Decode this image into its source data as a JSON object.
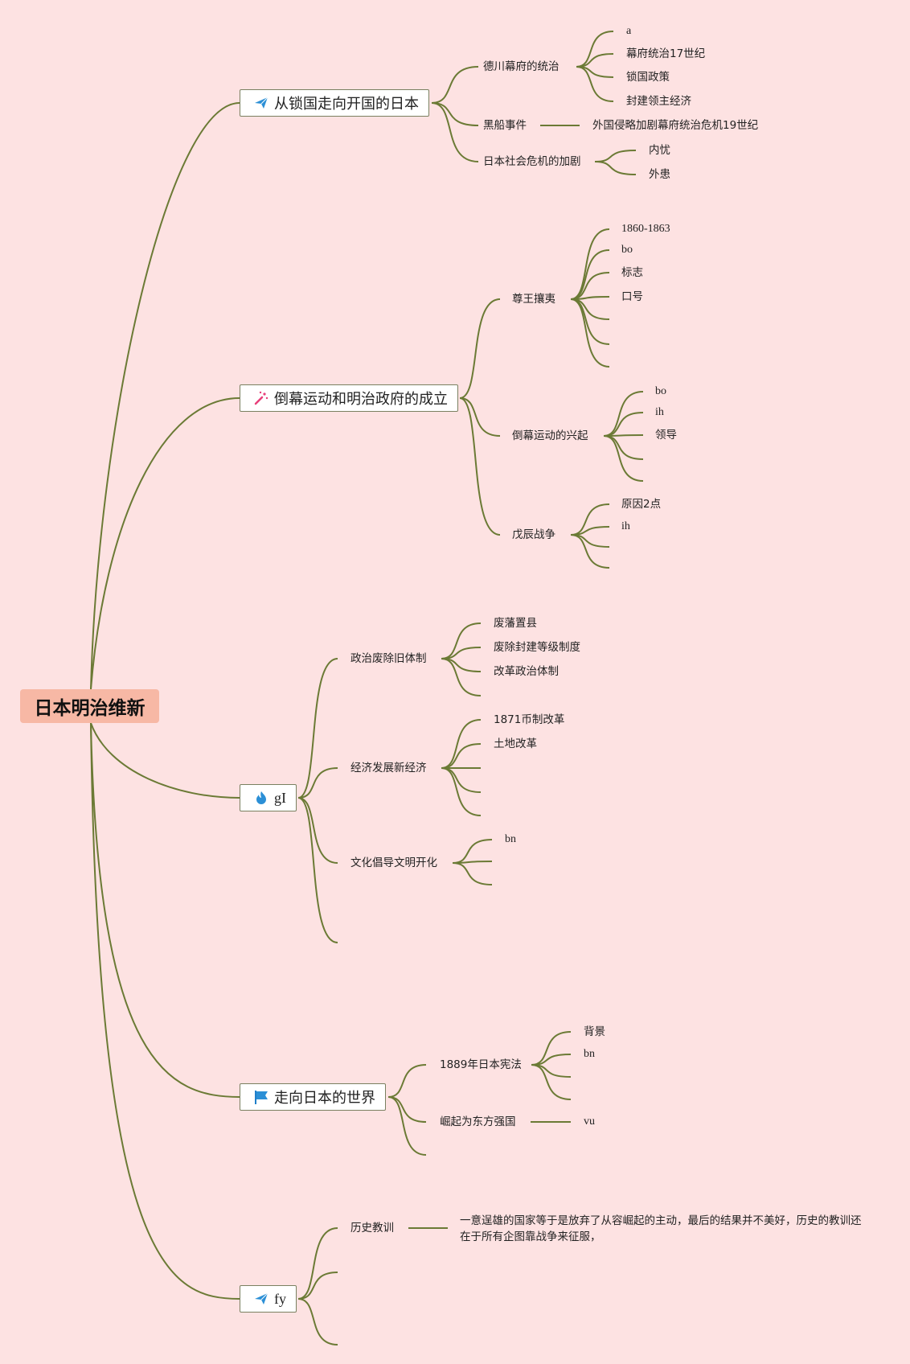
{
  "root": "日本明治维新",
  "colors": {
    "background": "#fde2e2",
    "line": "#6b7a35",
    "root_fill": "#f7b8a5"
  },
  "branches": [
    {
      "label": "从锁国走向开国的日本",
      "icon": "paper-plane-icon",
      "children": [
        {
          "label": "德川幕府的统治",
          "children": [
            "a",
            "幕府统治17世纪",
            "锁国政策",
            "封建领主经济"
          ]
        },
        {
          "label": "黑船事件",
          "children": [
            "外国侵略加剧幕府统治危机19世纪"
          ]
        },
        {
          "label": "日本社会危机的加剧",
          "children": [
            "内忧",
            "外患"
          ]
        }
      ]
    },
    {
      "label": "倒幕运动和明治政府的成立",
      "icon": "magic-wand-icon",
      "children": [
        {
          "label": "尊王攘夷",
          "children": [
            "1860-1863",
            "bo",
            "标志",
            "口号",
            "",
            "",
            "",
            ""
          ]
        },
        {
          "label": "倒幕运动的兴起",
          "children": [
            "bo",
            "ih",
            "领导",
            "",
            ""
          ]
        },
        {
          "label": "戊辰战争",
          "children": [
            "原因2点",
            "ih",
            "",
            ""
          ]
        }
      ]
    },
    {
      "label": "gI",
      "icon": "fire-icon",
      "children": [
        {
          "label": "政治废除旧体制",
          "children": [
            "废藩置县",
            "废除封建等级制度",
            "改革政治体制",
            ""
          ]
        },
        {
          "label": "经济发展新经济",
          "children": [
            "1871币制改革",
            "土地改革",
            "",
            "",
            ""
          ]
        },
        {
          "label": "文化倡导文明开化",
          "children": [
            "bn",
            "",
            ""
          ]
        },
        {
          "label": "",
          "children": []
        }
      ]
    },
    {
      "label": "走向日本的世界",
      "icon": "flag-icon",
      "children": [
        {
          "label": "1889年日本宪法",
          "children": [
            "背景",
            "bn",
            "",
            ""
          ]
        },
        {
          "label": "崛起为东方强国",
          "children": [
            "vu"
          ]
        },
        {
          "label": "",
          "children": []
        }
      ]
    },
    {
      "label": "fy",
      "icon": "paper-plane-icon",
      "children": [
        {
          "label": "历史教训",
          "children": [
            "一意逞雄的国家等于是放弃了从容崛起的主动，最后的结果并不美好，历史的教训还在于所有企图靠战争来征服，"
          ]
        },
        {
          "label": "",
          "children": []
        },
        {
          "label": "",
          "children": []
        }
      ]
    }
  ]
}
